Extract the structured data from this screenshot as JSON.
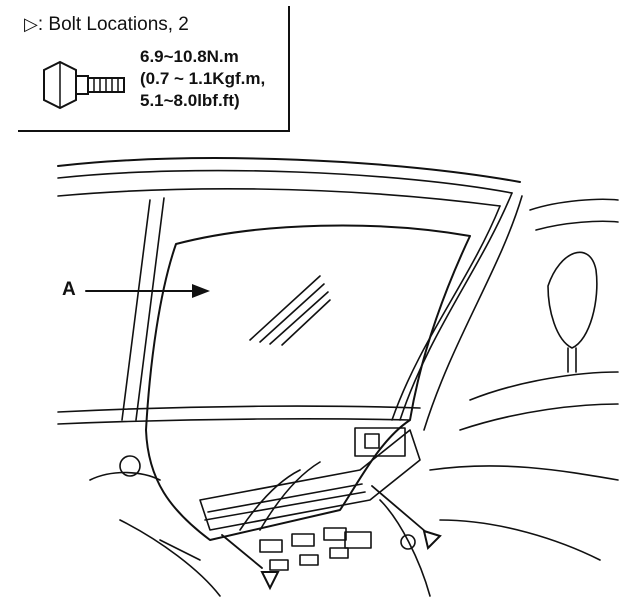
{
  "legend": {
    "symbol": "▷",
    "heading": ": Bolt Locations, 2",
    "torque_lines": [
      "6.9~10.8N.m",
      "(0.7 ~ 1.1Kgf.m,",
      "5.1~8.0lbf.ft)"
    ],
    "bolt_icon": "bolt-icon"
  },
  "diagram": {
    "callout_a": "A",
    "bolt_marker_icon": "triangle-marker-icon"
  }
}
